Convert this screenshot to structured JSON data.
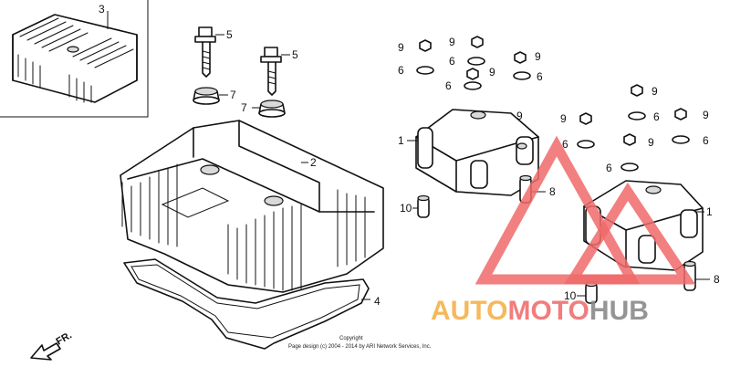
{
  "diagram": {
    "callouts": {
      "c1a": "1",
      "c1b": "1",
      "c2": "2",
      "c3": "3",
      "c4": "4",
      "c5a": "5",
      "c5b": "5",
      "c6a": "6",
      "c6b": "6",
      "c6c": "6",
      "c6d": "6",
      "c6e": "6",
      "c6f": "6",
      "c6g": "6",
      "c6h": "6",
      "c7a": "7",
      "c7b": "7",
      "c8a": "8",
      "c8b": "8",
      "c9a": "9",
      "c9b": "9",
      "c9c": "9",
      "c9d": "9",
      "c9e": "9",
      "c9f": "9",
      "c9g": "9",
      "c9h": "9",
      "c9i": "9",
      "c10a": "10",
      "c10b": "10"
    },
    "direction_label": "FR.",
    "copyright_line1": "Copyright",
    "copyright_line2": "Page design (c) 2004 - 2014 by ARI Network Services, Inc."
  },
  "watermark": {
    "part1": "AUTO",
    "part2": "MOTO",
    "part3": "HUB",
    "colors": {
      "auto": "#f5b24a",
      "moto": "#f07070",
      "hub": "#8a8a8a",
      "triangle": "#f06a6a"
    }
  }
}
